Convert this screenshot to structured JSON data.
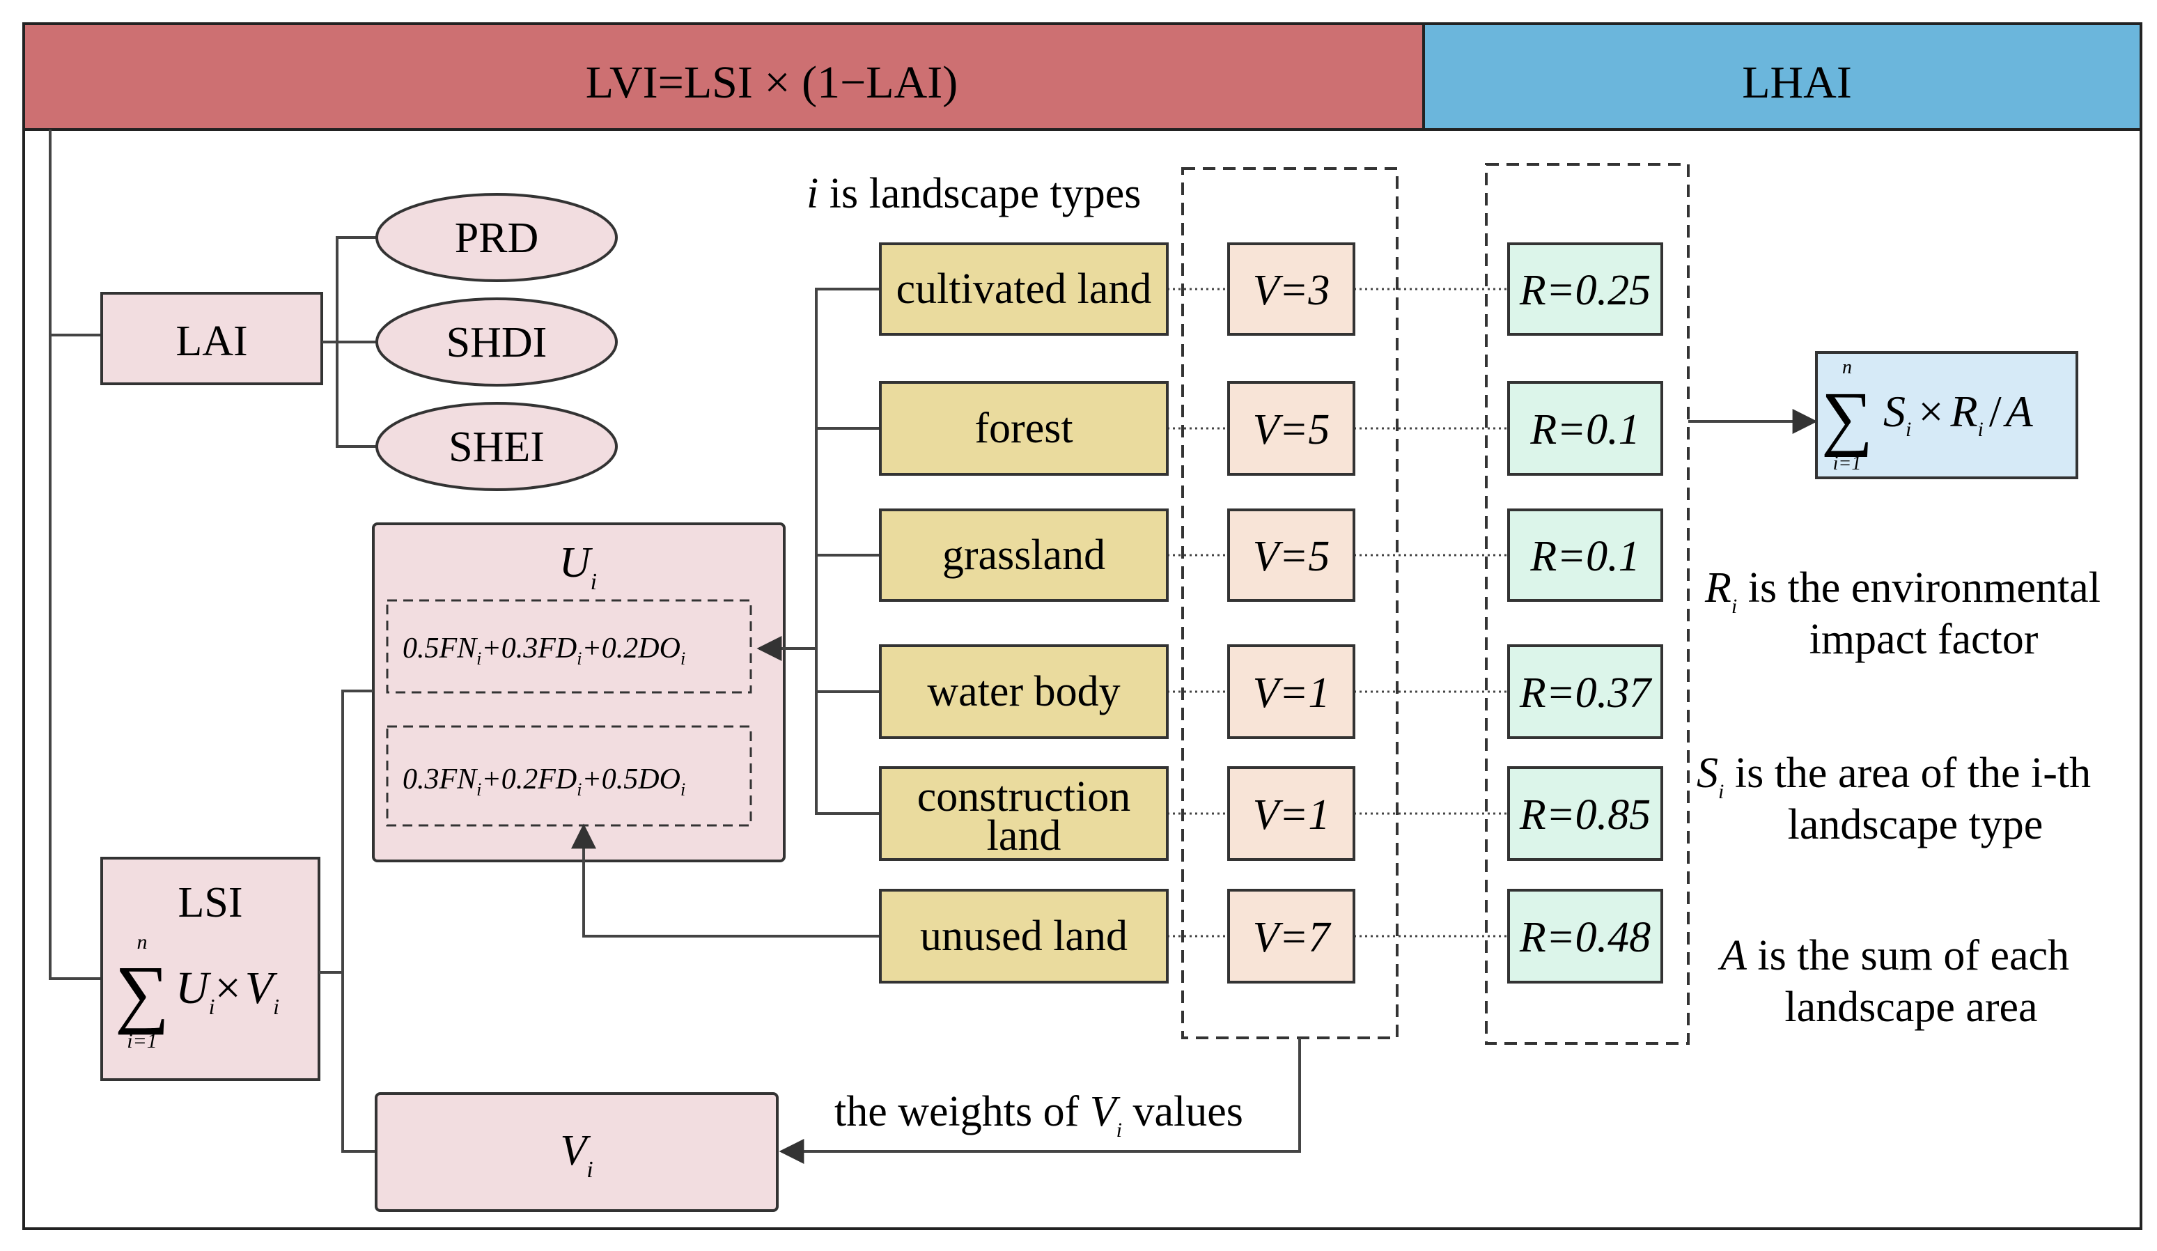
{
  "header": {
    "left_formula": "LVI=LSI × (1−LAI)",
    "right_title": "LHAI"
  },
  "lai": {
    "label": "LAI",
    "children": [
      "PRD",
      "SHDI",
      "SHEI"
    ]
  },
  "lsi": {
    "label": "LSI",
    "sum_upper": "n",
    "sum_lower": "i=1",
    "sum_term_u": "U",
    "sum_term_times": "×",
    "sum_term_v": "V",
    "sub": "i"
  },
  "ui_box": {
    "title": "U",
    "title_sub": "i",
    "formula_1": "0.5FN",
    "formula_1_b": "+0.3FD",
    "formula_1_c": "+0.2DO",
    "formula_2": "0.3FN",
    "formula_2_b": "+0.2FD",
    "formula_2_c": "+0.5DO",
    "sub": "i"
  },
  "vi_box": {
    "label": "V",
    "sub": "i"
  },
  "types_caption": {
    "var": "i",
    "text": " is landscape types"
  },
  "landscapes": [
    {
      "name": "cultivated land",
      "v": "V=3",
      "r": "R=0.25"
    },
    {
      "name": "forest",
      "v": "V=5",
      "r": "R=0.1"
    },
    {
      "name": "grassland",
      "v": "V=5",
      "r": "R=0.1"
    },
    {
      "name": "water body",
      "v": "V=1",
      "r": "R=0.37"
    },
    {
      "name": "construction land",
      "name_line1": "construction",
      "name_line2": "land",
      "v": "V=1",
      "r": "R=0.85"
    },
    {
      "name": "unused land",
      "v": "V=7",
      "r": "R=0.48"
    }
  ],
  "weights_caption": {
    "pre": "the weights of ",
    "var": "V",
    "sub": "i",
    "post": " values"
  },
  "lhai_formula": {
    "upper": "n",
    "lower": "i=1",
    "s": "S",
    "times": "×",
    "r": "R",
    "slash": "/",
    "a": "A",
    "sub": "i"
  },
  "notes": [
    {
      "var": "R",
      "sub": "i",
      "line1": " is the environmental",
      "line2": "impact factor"
    },
    {
      "var": "S",
      "sub": "i",
      "line1": " is the area of the i-th",
      "line2": "landscape type"
    },
    {
      "var": "A",
      "sub": "",
      "line1": " is the sum of each",
      "line2": "landscape area"
    }
  ],
  "colors": {
    "header_red": "#cd7072",
    "header_blue": "#6bb6dc",
    "pink_box": "#f2dde0",
    "tan_box": "#eadb9e",
    "peach_box": "#f8e4d7",
    "mint_box": "#dcf5ea",
    "formula_blue": "#d6eaf7",
    "line": "#333333"
  }
}
